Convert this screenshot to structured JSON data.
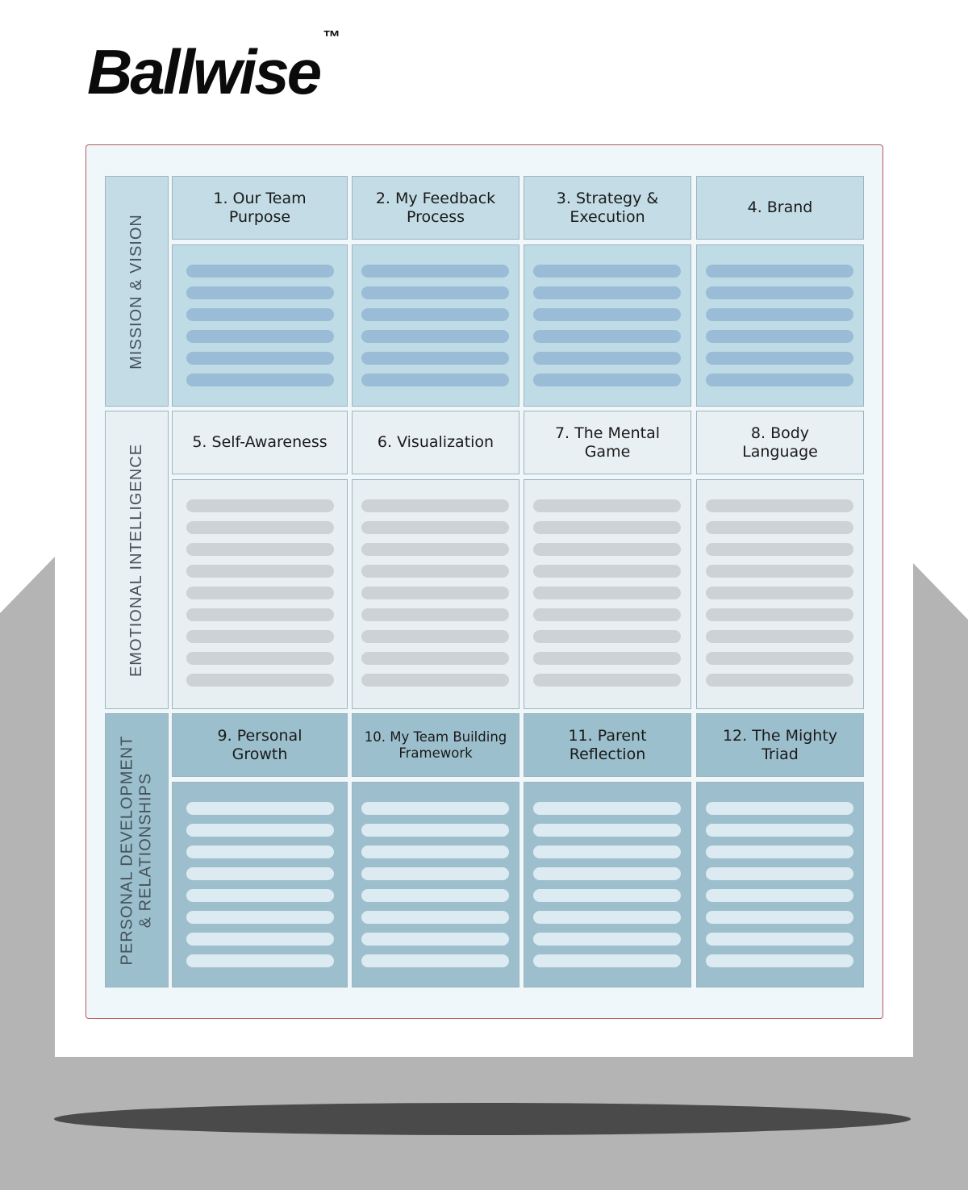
{
  "brand": {
    "name": "Ballwise",
    "trademark": "™"
  },
  "rows": [
    {
      "side_label": [
        "MISSION & VISION"
      ],
      "bar_count": 6,
      "cells": [
        {
          "title": "1.  Our Team Purpose"
        },
        {
          "title": "2. My Feedback Process"
        },
        {
          "title": "3. Strategy & Execution"
        },
        {
          "title": "4. Brand"
        }
      ]
    },
    {
      "side_label": [
        "EMOTIONAL INTELLIGENCE"
      ],
      "bar_count": 9,
      "cells": [
        {
          "title": "5. Self-Awareness"
        },
        {
          "title": "6. Visualization"
        },
        {
          "title": "7. The Mental Game"
        },
        {
          "title": "8. Body Language"
        }
      ]
    },
    {
      "side_label": [
        "PERSONAL DEVELOPMENT",
        "& RELATIONSHIPS"
      ],
      "bar_count": 8,
      "cells": [
        {
          "title": "9. Personal Growth"
        },
        {
          "title": "10. My Team Building Framework"
        },
        {
          "title": "11. Parent Reflection"
        },
        {
          "title": "12. The Mighty Triad"
        }
      ]
    }
  ],
  "colors": {
    "backdrop_gray": "#b4b4b4",
    "shadow": "#4a4a4a",
    "frame_border": "#b55a5a"
  }
}
